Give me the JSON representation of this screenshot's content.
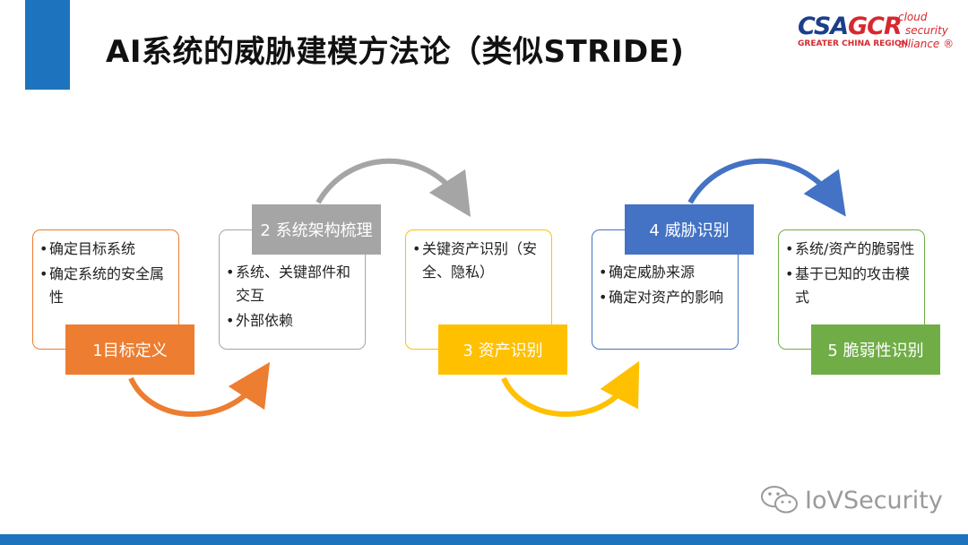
{
  "title": "AI系统的威胁建模方法论（类似STRIDE)",
  "logo": {
    "csa": "CSA",
    "gcr": "GCR",
    "word1": "cloud",
    "word2": "security",
    "word3": "alliance ®",
    "region": "GREATER CHINA REGION"
  },
  "steps": [
    {
      "label": "1目标定义",
      "color": "#ed7d31",
      "items": [
        "确定目标系统",
        "确定系统的安全属性"
      ]
    },
    {
      "label": "2 系统架构梳理",
      "color": "#a5a5a5",
      "items": [
        "系统、关键部件和交互",
        "外部依赖"
      ]
    },
    {
      "label": "3 资产识别",
      "color": "#ffc000",
      "items": [
        "关键资产识别（安全、隐私）"
      ]
    },
    {
      "label": "4 威胁识别",
      "color": "#4472c4",
      "items": [
        "确定威胁来源",
        "确定对资产的影响"
      ]
    },
    {
      "label": "5 脆弱性识别",
      "color": "#70ad47",
      "items": [
        "系统/资产的脆弱性",
        "基于已知的攻击模式"
      ]
    }
  ],
  "watermark": "IoVSecurity"
}
